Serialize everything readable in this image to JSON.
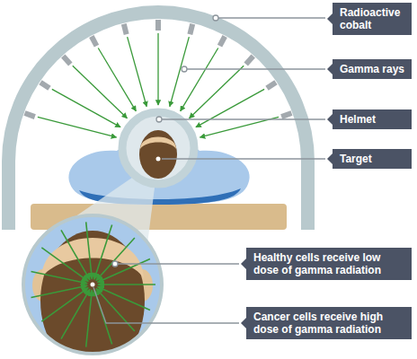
{
  "diagram": {
    "nodes": [
      {
        "text": [
          "Radioactive cobalt"
        ]
      },
      {
        "text": [
          "Gamma rays"
        ]
      },
      {
        "text": [
          "Helmet"
        ]
      },
      {
        "text": [
          "Target"
        ]
      },
      {
        "text": [
          "Healthy cells receive low dose of gamma radiation"
        ]
      },
      {
        "text": [
          "Cancer cells receive high dose of gamma radiation"
        ]
      }
    ]
  }
}
